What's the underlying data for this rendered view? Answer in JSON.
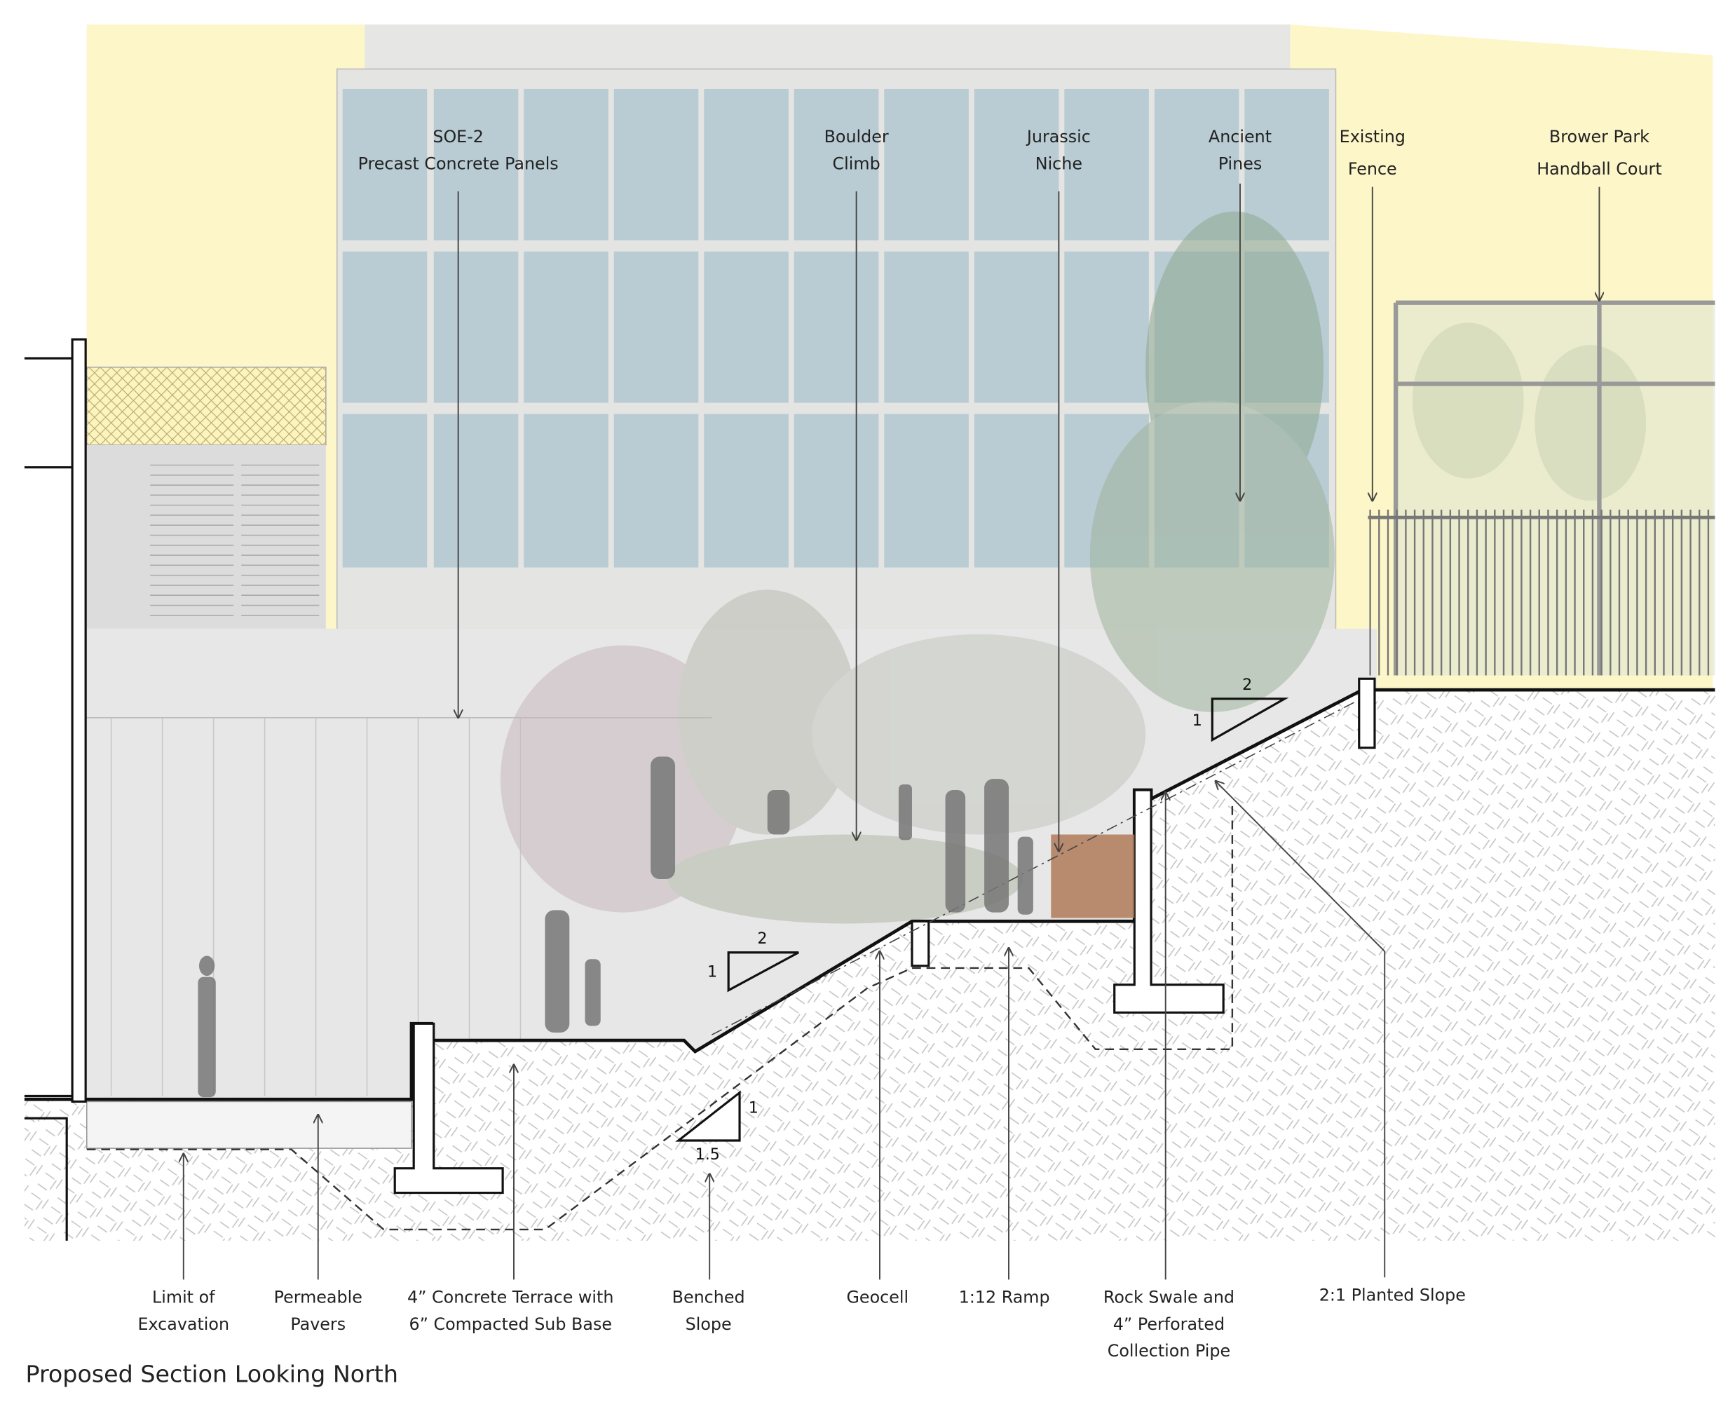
{
  "title": "Proposed Section Looking North",
  "top_labels": {
    "soe2": [
      "SOE-2",
      "Precast Concrete Panels"
    ],
    "boulder": [
      "Boulder",
      "Climb"
    ],
    "jurassic": [
      "Jurassic",
      "Niche"
    ],
    "pines": [
      "Ancient",
      "Pines"
    ],
    "fence": [
      "Existing",
      "Fence"
    ],
    "handball": [
      "Brower Park",
      "Handball Court"
    ]
  },
  "bottom_labels": {
    "limit": [
      "Limit of",
      "Excavation"
    ],
    "pavers": [
      "Permeable",
      "Pavers"
    ],
    "terrace": [
      "4” Concrete Terrace with",
      "6” Compacted Sub Base"
    ],
    "benched": [
      "Benched",
      "Slope"
    ],
    "geocell": [
      "Geocell"
    ],
    "ramp": [
      "1:12 Ramp"
    ],
    "swale": [
      "Rock Swale and",
      "4” Perforated",
      "Collection Pipe"
    ],
    "planted": [
      "2:1 Planted Slope"
    ]
  },
  "slope_marks": {
    "upper": {
      "run": "2",
      "rise": "1"
    },
    "middle": {
      "run": "2",
      "rise": "1"
    },
    "benched": {
      "run": "1.5",
      "rise": "1"
    }
  },
  "colors": {
    "sky_wall": "#fdf6c8",
    "window": "#b9ccd4",
    "building": "#e4e4e2",
    "ground_hatch": "#c8c8c8"
  }
}
